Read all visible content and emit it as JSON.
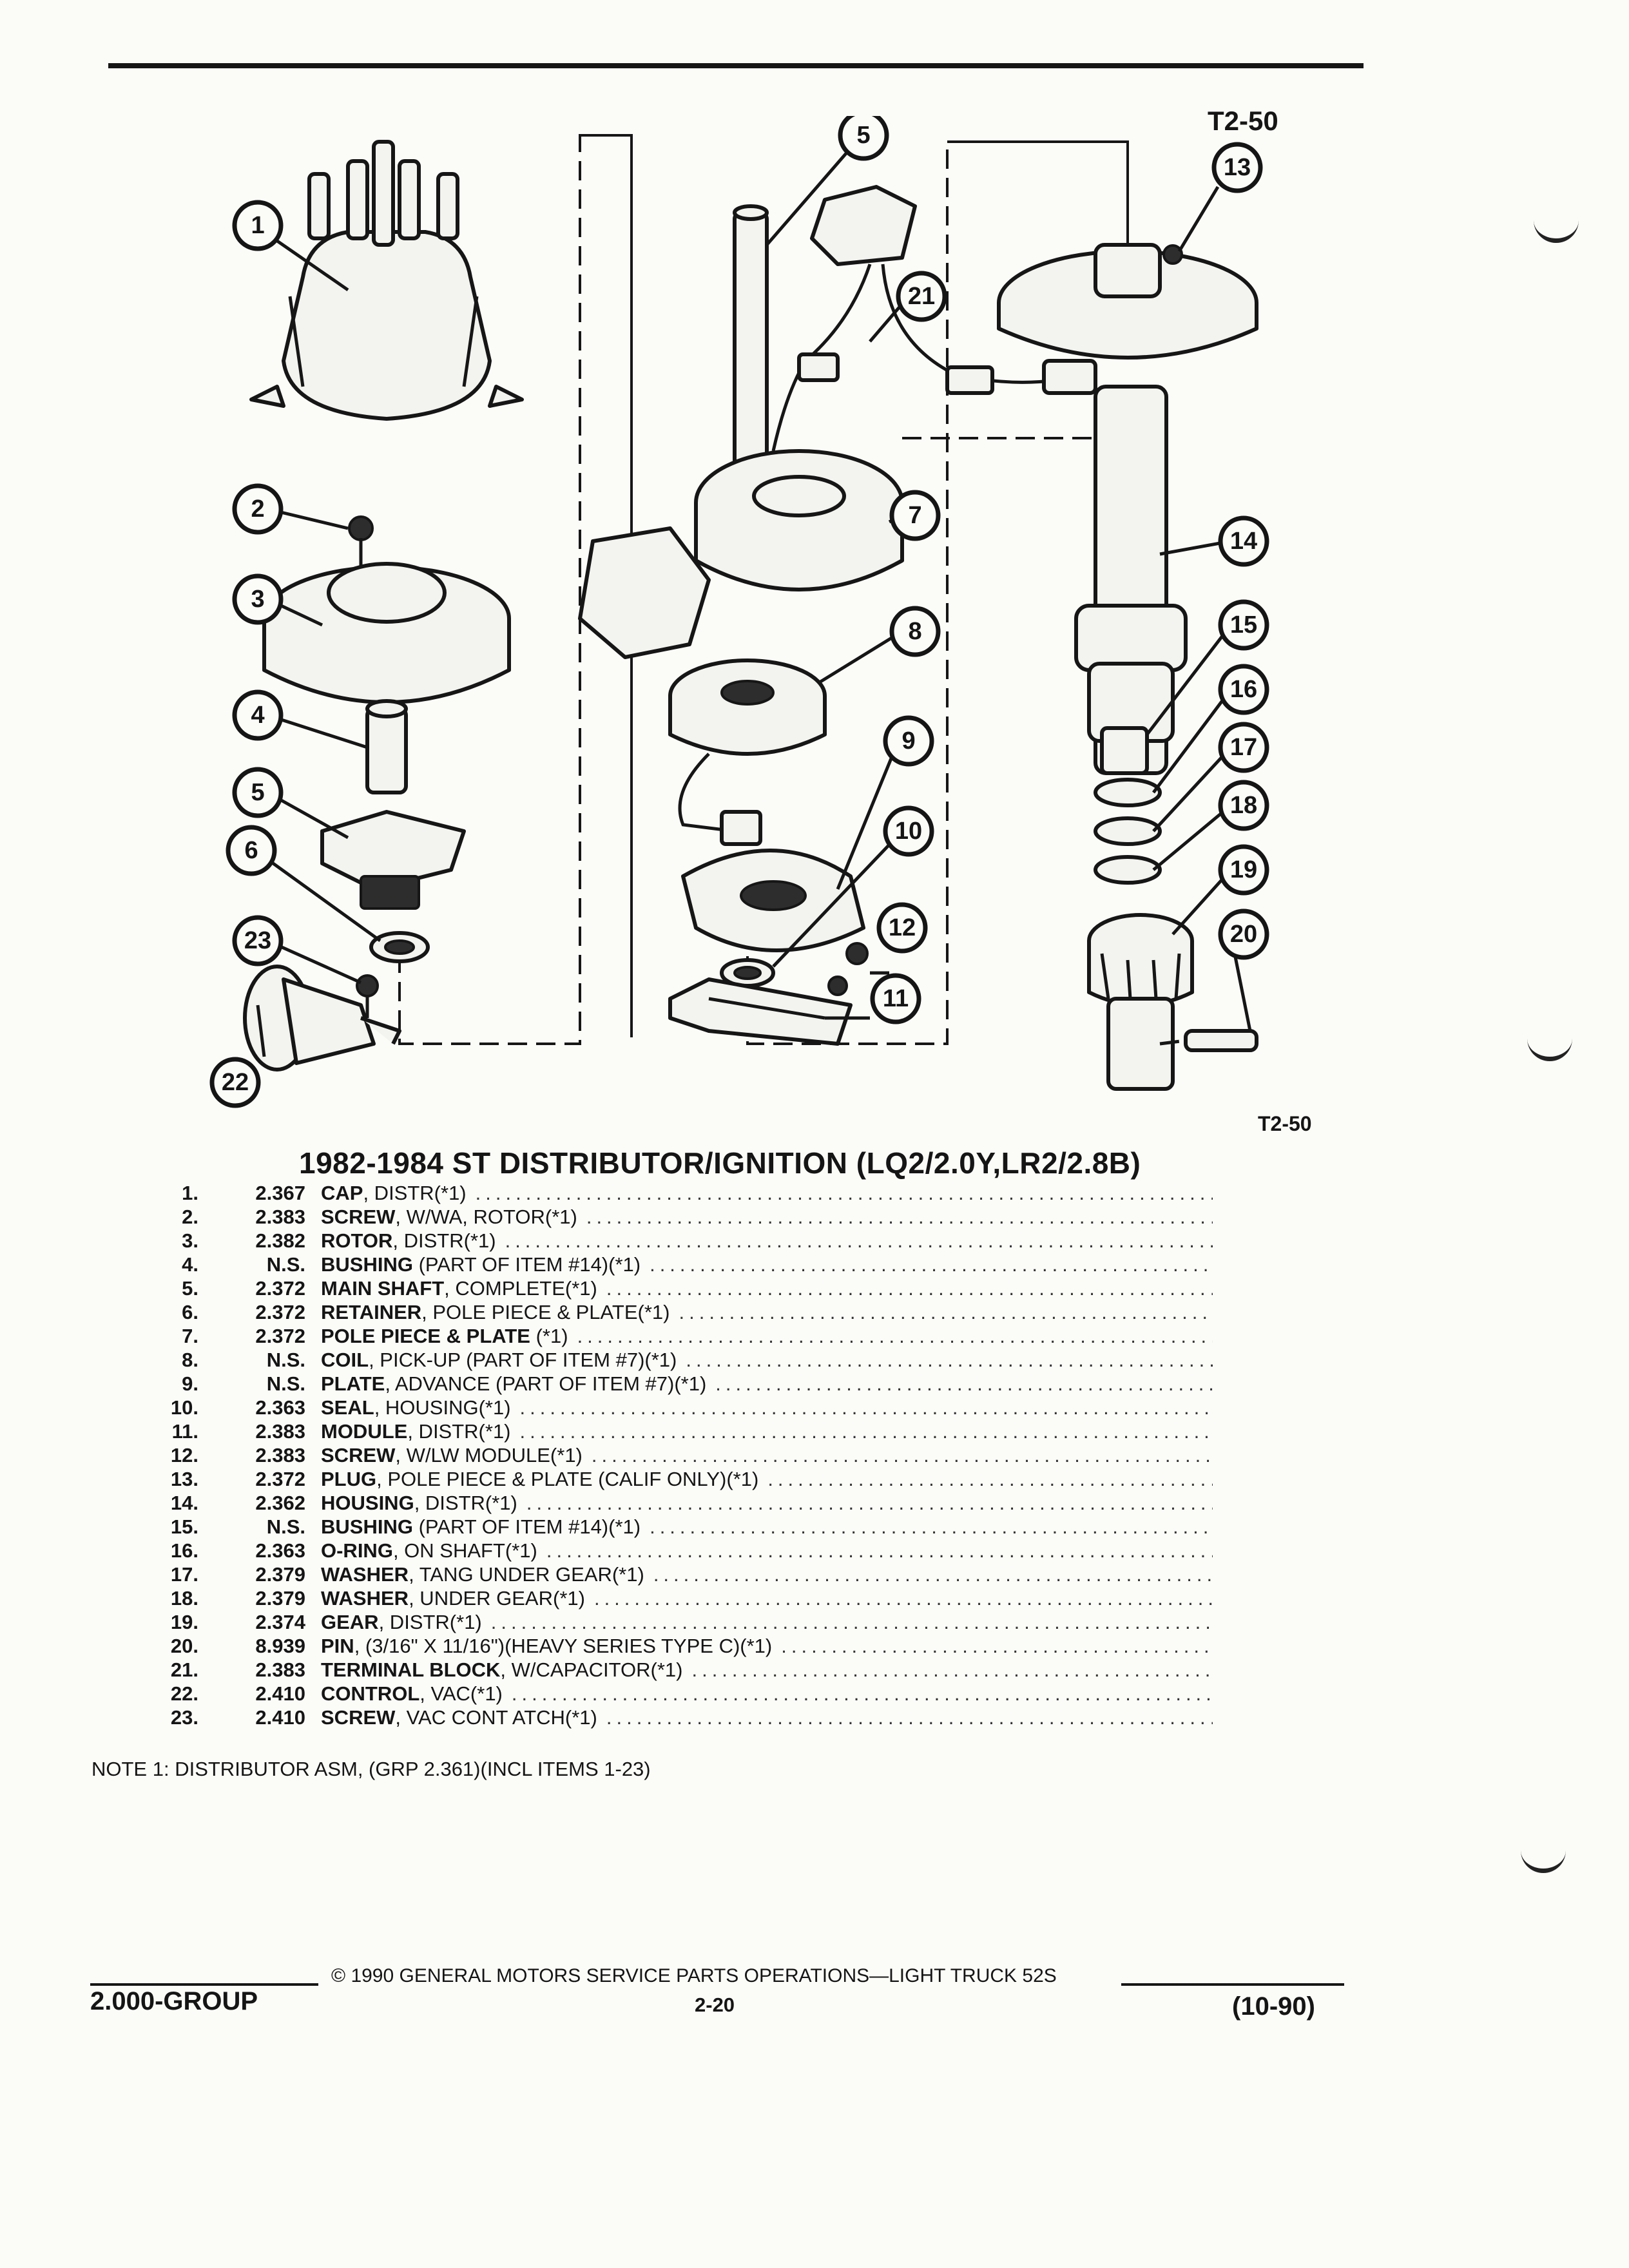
{
  "figure": {
    "code_top": "T2-50",
    "code_bottom": "T2-50",
    "callouts": [
      "1",
      "2",
      "3",
      "4",
      "5",
      "5",
      "6",
      "7",
      "8",
      "9",
      "10",
      "11",
      "12",
      "13",
      "14",
      "15",
      "16",
      "17",
      "18",
      "19",
      "20",
      "21",
      "22",
      "23"
    ]
  },
  "section": {
    "title": "1982-1984 ST DISTRIBUTOR/IGNITION (LQ2/2.0Y,LR2/2.8B)"
  },
  "parts": [
    {
      "num": "1.",
      "group": "2.367",
      "name": "CAP",
      "detail": ", DISTR(*1)"
    },
    {
      "num": "2.",
      "group": "2.383",
      "name": "SCREW",
      "detail": ", W/WA, ROTOR(*1)"
    },
    {
      "num": "3.",
      "group": "2.382",
      "name": "ROTOR",
      "detail": ", DISTR(*1)"
    },
    {
      "num": "4.",
      "group": "N.S.",
      "name": "BUSHING",
      "detail": " (PART OF ITEM #14)(*1)"
    },
    {
      "num": "5.",
      "group": "2.372",
      "name": "MAIN SHAFT",
      "detail": ", COMPLETE(*1)"
    },
    {
      "num": "6.",
      "group": "2.372",
      "name": "RETAINER",
      "detail": ", POLE PIECE & PLATE(*1)"
    },
    {
      "num": "7.",
      "group": "2.372",
      "name": "POLE PIECE & PLATE",
      "detail": " (*1)"
    },
    {
      "num": "8.",
      "group": "N.S.",
      "name": "COIL",
      "detail": ", PICK-UP (PART OF ITEM #7)(*1)"
    },
    {
      "num": "9.",
      "group": "N.S.",
      "name": "PLATE",
      "detail": ", ADVANCE (PART OF ITEM #7)(*1)"
    },
    {
      "num": "10.",
      "group": "2.363",
      "name": "SEAL",
      "detail": ", HOUSING(*1)"
    },
    {
      "num": "11.",
      "group": "2.383",
      "name": "MODULE",
      "detail": ", DISTR(*1)"
    },
    {
      "num": "12.",
      "group": "2.383",
      "name": "SCREW",
      "detail": ", W/LW MODULE(*1)"
    },
    {
      "num": "13.",
      "group": "2.372",
      "name": "PLUG",
      "detail": ", POLE PIECE & PLATE (CALIF ONLY)(*1)"
    },
    {
      "num": "14.",
      "group": "2.362",
      "name": "HOUSING",
      "detail": ", DISTR(*1)"
    },
    {
      "num": "15.",
      "group": "N.S.",
      "name": "BUSHING",
      "detail": " (PART OF ITEM #14)(*1)"
    },
    {
      "num": "16.",
      "group": "2.363",
      "name": "O-RING",
      "detail": ", ON SHAFT(*1)"
    },
    {
      "num": "17.",
      "group": "2.379",
      "name": "WASHER",
      "detail": ", TANG UNDER GEAR(*1)"
    },
    {
      "num": "18.",
      "group": "2.379",
      "name": "WASHER",
      "detail": ", UNDER GEAR(*1)"
    },
    {
      "num": "19.",
      "group": "2.374",
      "name": "GEAR",
      "detail": ", DISTR(*1)"
    },
    {
      "num": "20.",
      "group": "8.939",
      "name": "PIN",
      "detail": ", (3/16\" X 11/16\")(HEAVY SERIES TYPE C)(*1)"
    },
    {
      "num": "21.",
      "group": "2.383",
      "name": "TERMINAL BLOCK",
      "detail": ", W/CAPACITOR(*1)"
    },
    {
      "num": "22.",
      "group": "2.410",
      "name": "CONTROL",
      "detail": ", VAC(*1)"
    },
    {
      "num": "23.",
      "group": "2.410",
      "name": "SCREW",
      "detail": ", VAC CONT ATCH(*1)"
    }
  ],
  "note": "NOTE  1:  DISTRIBUTOR ASM, (GRP 2.361)(INCL ITEMS 1-23)",
  "footer": {
    "copyright": "© 1990 GENERAL MOTORS SERVICE PARTS OPERATIONS—LIGHT TRUCK 52S",
    "group": "2.000-GROUP",
    "page": "2-20",
    "date_code": "(10-90)"
  }
}
